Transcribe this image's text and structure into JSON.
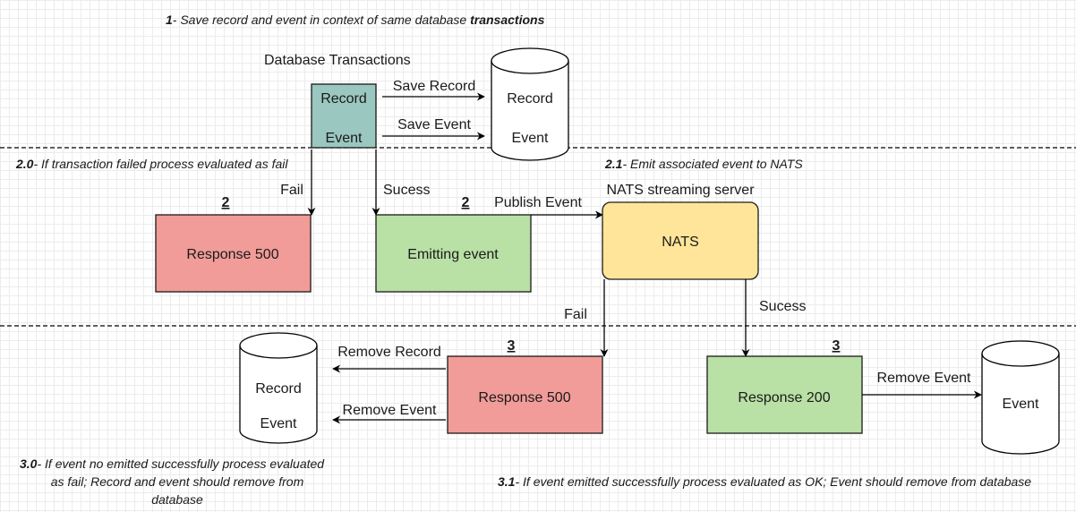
{
  "notes": {
    "n1_num": "1",
    "n1_text": "- Save record and event in context of same database ",
    "n1_bold": "transactions",
    "n20_num": "2.0",
    "n20_text": "- If transaction failed process evaluated as fail",
    "n21_num": "2.1",
    "n21_text": "- Emit associated event to NATS",
    "n30_num": "3.0",
    "n30_line1": "- If event no emitted successfully process evaluated",
    "n30_line2": "as fail; Record and event should remove from",
    "n30_line3": "database",
    "n31_num": "3.1",
    "n31_text": "- If event emitted successfully process evaluated as OK; Event should remove from database"
  },
  "stage1": {
    "title": "Database Transactions",
    "tx_record": "Record",
    "tx_event": "Event",
    "save_record": "Save Record",
    "save_event": "Save Event",
    "db_record": "Record",
    "db_event": "Event"
  },
  "stage2": {
    "number": "2",
    "fail_label": "Fail",
    "success_label": "Sucess",
    "response500": "Response 500",
    "emitting": "Emitting event",
    "emitting_number": "2",
    "publish_label": "Publish Event",
    "nats_title": "NATS streaming server",
    "nats": "NATS"
  },
  "stage3": {
    "fail_label": "Fail",
    "success_label": "Sucess",
    "left_number": "3",
    "right_number": "3",
    "response500": "Response 500",
    "response200": "Response 200",
    "remove_record": "Remove Record",
    "remove_event_left": "Remove Event",
    "db_left_record": "Record",
    "db_left_event": "Event",
    "remove_event_right": "Remove Event",
    "db_right_event": "Event"
  },
  "colors": {
    "teal": "#9AC7BF",
    "red": "#F19C99",
    "green": "#B9E0A5",
    "yellow": "#FFE599"
  }
}
